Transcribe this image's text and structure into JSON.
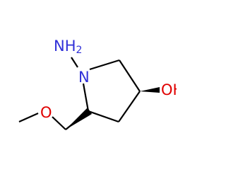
{
  "molecule": {
    "atoms": {
      "amino": {
        "label": "NH",
        "subscript": "2",
        "color": "#3030d8"
      },
      "ring_nitrogen": {
        "label": "N",
        "color": "#3030d8"
      },
      "hydroxyl": {
        "label": "OH",
        "color": "#e00000"
      },
      "ether_oxygen": {
        "label": "O",
        "color": "#e00000"
      }
    },
    "bond_color": "#000000"
  }
}
